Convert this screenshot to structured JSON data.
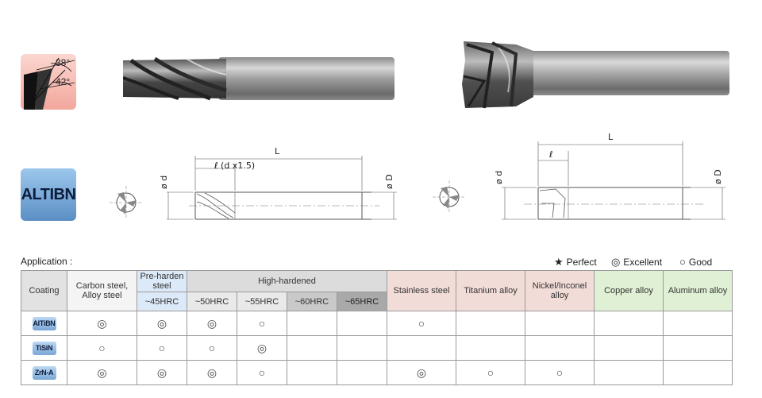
{
  "badges": {
    "angle_top": "38°",
    "angle_bottom": "42°",
    "coating_name": "ALTIBN"
  },
  "drawing_left": {
    "length_label": "L",
    "flute_label": "ℓ (d x1.5)",
    "d_label": "ø d",
    "D_label": "ø D"
  },
  "drawing_right": {
    "length_label": "L",
    "flute_label": "ℓ",
    "d_label": "ø d",
    "D_label": "ø D"
  },
  "application": {
    "title": "Application :",
    "legend": [
      {
        "symbol": "★",
        "label": "Perfect"
      },
      {
        "symbol": "◎",
        "label": "Excellent"
      },
      {
        "symbol": "○",
        "label": "Good"
      }
    ]
  },
  "table": {
    "headers": {
      "coating": "Coating",
      "carbon": "Carbon steel, Alloy steel",
      "pre_harden": "Pre-harden steel",
      "pre_harden_sub": "~45HRC",
      "high_hardened": "High-hardened",
      "hrc50": "~50HRC",
      "hrc55": "~55HRC",
      "hrc60": "~60HRC",
      "hrc65": "~65HRC",
      "stainless": "Stainless steel",
      "titanium": "Titanium alloy",
      "nickel": "Nickel/Inconel alloy",
      "copper": "Copper alloy",
      "aluminum": "Aluminum alloy"
    },
    "rows": [
      {
        "coating": "AlTiBN",
        "cells": [
          "◎",
          "◎",
          "◎",
          "○",
          "",
          "",
          "○",
          "",
          "",
          "",
          ""
        ]
      },
      {
        "coating": "TiSiN",
        "cells": [
          "○",
          "○",
          "○",
          "◎",
          "",
          "",
          "",
          "",
          "",
          "",
          ""
        ]
      },
      {
        "coating": "ZrN-A",
        "cells": [
          "◎",
          "◎",
          "◎",
          "○",
          "",
          "",
          "◎",
          "○",
          "○",
          "",
          ""
        ]
      }
    ]
  },
  "colors": {
    "angle_badge": "#f2a79c",
    "coating_badge": "#5b8fc4",
    "pre_harden_header": "#dce9f8",
    "stainless_header": "#f2dcd8",
    "nonferrous_header": "#dff0d4"
  }
}
